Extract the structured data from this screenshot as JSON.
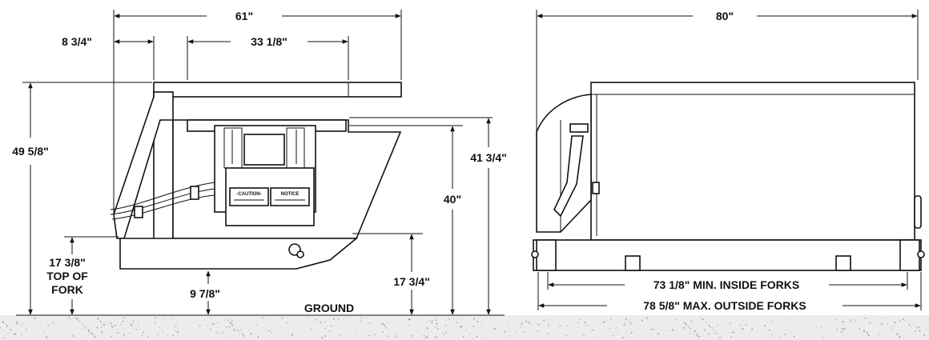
{
  "dimensions": {
    "side_width": "61\"",
    "side_offset": "8 3/4\"",
    "side_center": "33 1/8\"",
    "overall_height": "49 5/8\"",
    "height_41": "41 3/4\"",
    "height_40": "40\"",
    "fork_height": "17 3/8\"",
    "fork_label_1": "TOP OF",
    "fork_label_2": "FORK",
    "bottom_clearance": "9 7/8\"",
    "height_17": "17 3/4\"",
    "front_width": "80\"",
    "inside_forks": "73 1/8\" MIN. INSIDE FORKS",
    "outside_forks": "78 5/8\" MAX. OUTSIDE FORKS"
  },
  "labels": {
    "ground": "GROUND",
    "caution": "-CAUTION-",
    "notice": "NOTICE"
  },
  "colors": {
    "line": "#111111",
    "ground": "#e9e9e9",
    "speckle": "#9a9a9a"
  }
}
